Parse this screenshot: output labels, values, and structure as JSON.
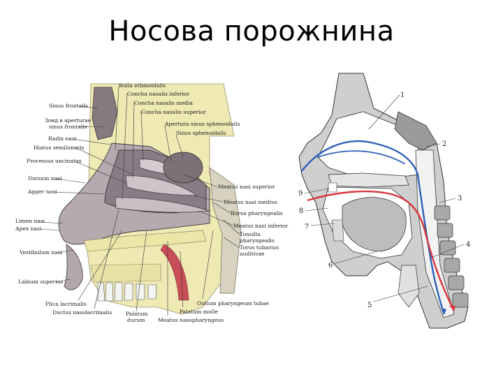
{
  "title": "Носова порожнина",
  "left_labels": [
    "Sinus frontalis",
    "Зонд в aperturae",
    "sinus frontalis",
    "Radix nasi",
    "Hiatus semilunaris",
    "Processus uncinatus",
    "Dorsum nasi",
    "Agger nasi",
    "Limen nasi",
    "Apex nasi",
    "Vestibulum nasi",
    "Labium superius",
    "Plica lacrimalis",
    "Ductus nasolacrimalis",
    "Palatum",
    "durum",
    "Meatus nasopharyngeus",
    "Palatum molle",
    "Ostium pharyngeum tubae"
  ],
  "top_labels": [
    "Bulla ethmoidalis",
    "Concha nasalis inferior",
    "Concha nasalis media",
    "Concha nasalis superior",
    "Apertura sinus sphenoidalis",
    "Sinus sphenoidalis"
  ],
  "right_labels": [
    "Meatus nasi superior",
    "Meatus nasi medius",
    "Bursa pharyngealis",
    "Meatus nasi inferior",
    "Tonsilla",
    "pharyngealis",
    "Torus tubarius",
    "auditivae"
  ],
  "numbers": [
    "1",
    "2",
    "3",
    "4",
    "5",
    "6",
    "7",
    "8",
    "9"
  ],
  "colors": {
    "bone": "#efe9b4",
    "tissue": "#bdb3b8",
    "cavity": "#8c7e86",
    "air_in": "#2d5fb8",
    "air_out": "#d8343a",
    "gray": "#c9c9c9"
  }
}
